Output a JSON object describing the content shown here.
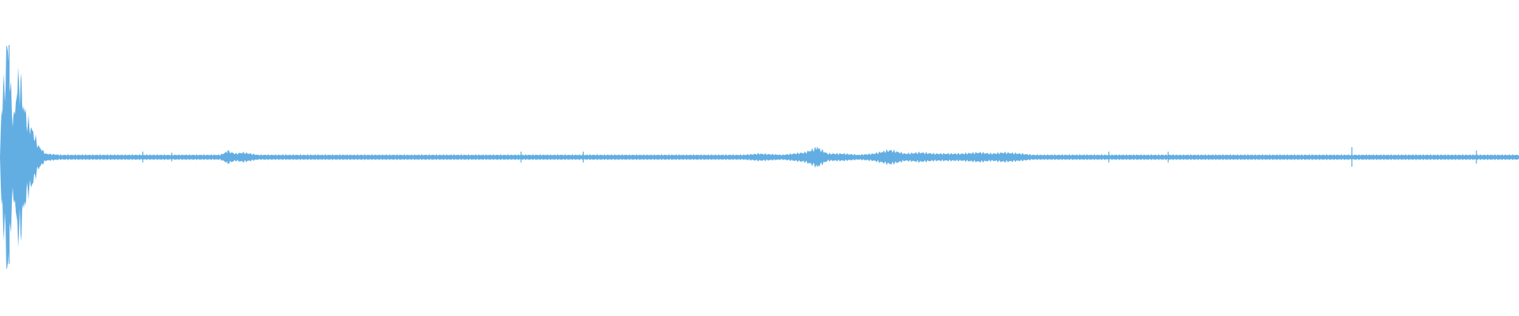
{
  "waveform": {
    "color": "#62aee3",
    "background": "#ffffff",
    "envelope": [
      {
        "t": 0.0,
        "a": 0.0
      },
      {
        "t": 0.001,
        "a": 0.45
      },
      {
        "t": 0.003,
        "a": 0.62
      },
      {
        "t": 0.005,
        "a": 1.0
      },
      {
        "t": 0.007,
        "a": 0.55
      },
      {
        "t": 0.009,
        "a": 0.3
      },
      {
        "t": 0.011,
        "a": 0.58
      },
      {
        "t": 0.013,
        "a": 0.7
      },
      {
        "t": 0.015,
        "a": 0.48
      },
      {
        "t": 0.018,
        "a": 0.3
      },
      {
        "t": 0.021,
        "a": 0.24
      },
      {
        "t": 0.025,
        "a": 0.1
      },
      {
        "t": 0.03,
        "a": 0.03
      },
      {
        "t": 0.04,
        "a": 0.02
      },
      {
        "t": 0.145,
        "a": 0.02
      },
      {
        "t": 0.15,
        "a": 0.05
      },
      {
        "t": 0.155,
        "a": 0.03
      },
      {
        "t": 0.16,
        "a": 0.04
      },
      {
        "t": 0.17,
        "a": 0.02
      },
      {
        "t": 0.49,
        "a": 0.02
      },
      {
        "t": 0.5,
        "a": 0.03
      },
      {
        "t": 0.515,
        "a": 0.02
      },
      {
        "t": 0.53,
        "a": 0.04
      },
      {
        "t": 0.538,
        "a": 0.08
      },
      {
        "t": 0.545,
        "a": 0.03
      },
      {
        "t": 0.555,
        "a": 0.03
      },
      {
        "t": 0.565,
        "a": 0.02
      },
      {
        "t": 0.575,
        "a": 0.03
      },
      {
        "t": 0.586,
        "a": 0.06
      },
      {
        "t": 0.596,
        "a": 0.03
      },
      {
        "t": 0.606,
        "a": 0.04
      },
      {
        "t": 0.615,
        "a": 0.03
      },
      {
        "t": 0.625,
        "a": 0.03
      },
      {
        "t": 0.633,
        "a": 0.03
      },
      {
        "t": 0.645,
        "a": 0.04
      },
      {
        "t": 0.653,
        "a": 0.03
      },
      {
        "t": 0.661,
        "a": 0.04
      },
      {
        "t": 0.672,
        "a": 0.03
      },
      {
        "t": 0.68,
        "a": 0.02
      },
      {
        "t": 1.0,
        "a": 0.02
      }
    ],
    "spikes": [
      {
        "t": 0.006,
        "a": 1.0
      },
      {
        "t": 0.094,
        "a": 0.05
      },
      {
        "t": 0.113,
        "a": 0.04
      },
      {
        "t": 0.15,
        "a": 0.06
      },
      {
        "t": 0.343,
        "a": 0.05
      },
      {
        "t": 0.384,
        "a": 0.05
      },
      {
        "t": 0.538,
        "a": 0.09
      },
      {
        "t": 0.73,
        "a": 0.05
      },
      {
        "t": 0.769,
        "a": 0.05
      },
      {
        "t": 0.89,
        "a": 0.09
      },
      {
        "t": 0.972,
        "a": 0.06
      }
    ]
  }
}
